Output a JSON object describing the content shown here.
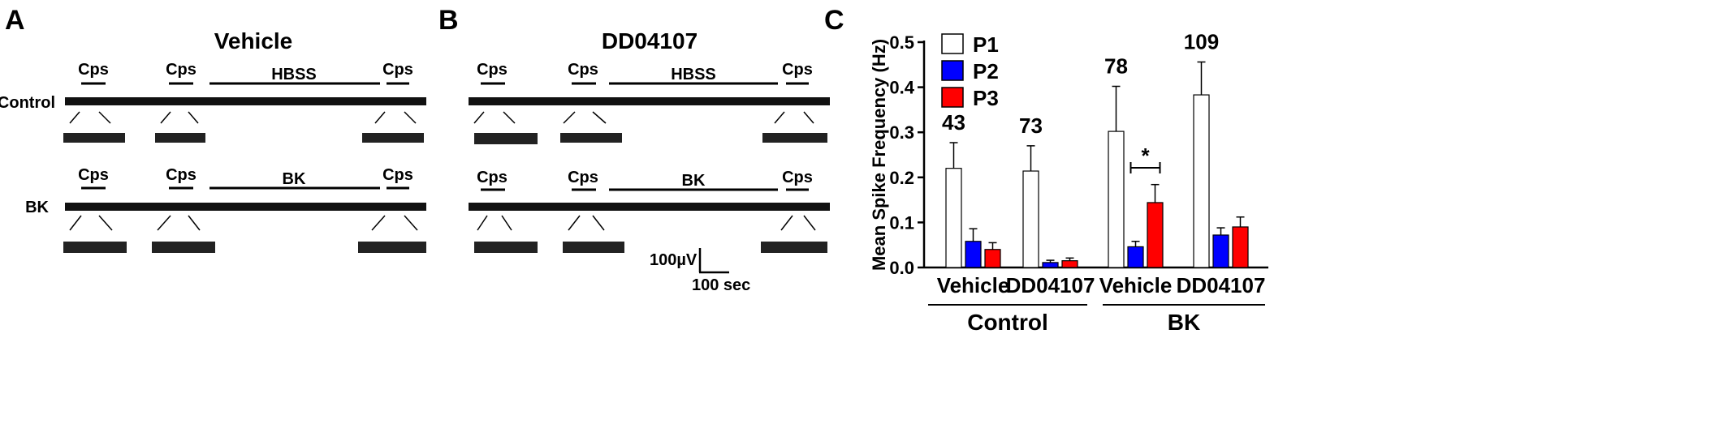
{
  "panel_a": {
    "letter": "A",
    "title": "Vehicle",
    "rows": [
      {
        "label": "Control",
        "segments": [
          "Cps",
          "Cps",
          "HBSS",
          "Cps"
        ]
      },
      {
        "label": "BK",
        "segments": [
          "Cps",
          "Cps",
          "BK",
          "Cps"
        ]
      }
    ]
  },
  "panel_b": {
    "letter": "B",
    "title": "DD04107",
    "rows": [
      {
        "label": "",
        "segments": [
          "Cps",
          "Cps",
          "HBSS",
          "Cps"
        ]
      },
      {
        "label": "",
        "segments": [
          "Cps",
          "Cps",
          "BK",
          "Cps"
        ]
      }
    ],
    "scale_bar": {
      "y_label": "100µV",
      "x_label": "100 sec"
    }
  },
  "panel_c": {
    "letter": "C"
  },
  "chart_data": {
    "type": "bar",
    "title": "",
    "xlabel": "",
    "ylabel": "Mean Spike Frequency (Hz)",
    "ylim": [
      0,
      0.5
    ],
    "yticks": [
      "0.0",
      "0.1",
      "0.2",
      "0.3",
      "0.4",
      "0.5"
    ],
    "categories": [
      "Vehicle",
      "DD04107",
      "Vehicle",
      "DD04107"
    ],
    "groups": [
      {
        "name": "Control",
        "categories": [
          0,
          1
        ]
      },
      {
        "name": "BK",
        "categories": [
          2,
          3
        ]
      }
    ],
    "n_labels": [
      "43",
      "73",
      "78",
      "109"
    ],
    "series": [
      {
        "name": "P1",
        "color": "#ffffff",
        "values": [
          0.22,
          0.214,
          0.302,
          0.383
        ],
        "errors": [
          0.057,
          0.056,
          0.1,
          0.073
        ]
      },
      {
        "name": "P2",
        "color": "#0000ff",
        "values": [
          0.058,
          0.011,
          0.046,
          0.072
        ],
        "errors": [
          0.028,
          0.005,
          0.012,
          0.016
        ]
      },
      {
        "name": "P3",
        "color": "#ff0000",
        "values": [
          0.04,
          0.015,
          0.144,
          0.09
        ],
        "errors": [
          0.015,
          0.006,
          0.04,
          0.022
        ]
      }
    ],
    "significance": {
      "label": "*",
      "category": 2,
      "between": [
        "P2",
        "P3"
      ]
    },
    "legend_position": "top-left",
    "grid": false
  }
}
